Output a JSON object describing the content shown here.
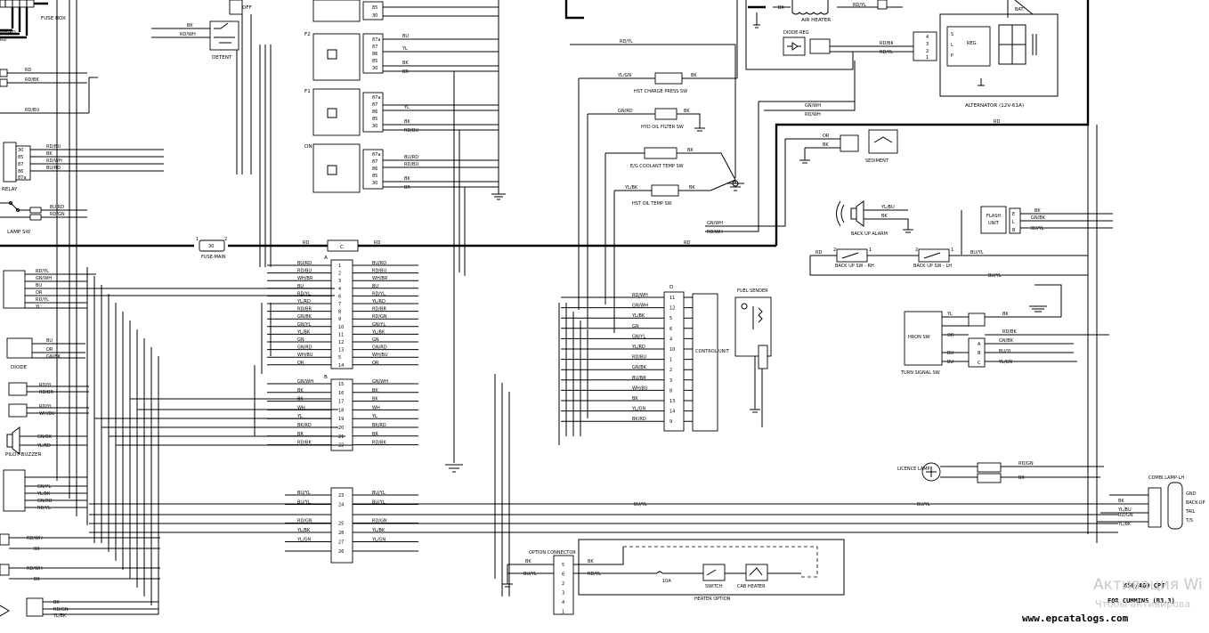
{
  "components": {
    "fuse_box": "FUSE BOX",
    "relay": "RELAY",
    "lamp_sw": "LAMP SW",
    "detent": "DETENT",
    "off": "OFF",
    "fuse_main": "FUSE-MAIN",
    "fuse_main_rating": "30",
    "diode": "DIODE",
    "pilot_buzzer": "PILOT BUZZER",
    "air_heater": "AIR HEATER",
    "diode_reg": "DIODE-REG",
    "reg": "REG.",
    "bat": "BAT.",
    "alternator": "ALTERNATOR (12V-61A)",
    "hst_charge_press_sw": "HST CHARGE PRESS SW",
    "hyd_oil_filter_sw": "HYD OIL FILTER SW",
    "eg_coolant_temp_sw": "E/G COOLANT TEMP SW",
    "hst_oil_temp_sw": "HST OIL TEMP SW",
    "sediment": "SEDIMENT",
    "back_up_alarm": "BACK UP ALARM",
    "back_up_sw_rh": "BACK UP SW - RH",
    "back_up_sw_lh": "BACK UP SW - LH",
    "flash_unit": "FLASH UNIT",
    "control_unit": "CONTROL UNIT",
    "fuel_sender": "FUEL SENDER",
    "horn_sw": "HRON SW",
    "turn_signal_sw": "TURN SIGNAL SW",
    "licence_lamp": "LICENCE LAMP",
    "comb_lamp_lh": "COMBI LAMP-LH",
    "option_connector": "OPTION CONNECTOR",
    "heater_option": "HEATER OPTION",
    "switch": "SWITCH",
    "cab_heater": "CAB HEATER",
    "fuse_10a": "10A"
  },
  "relay_labels": [
    "F2",
    "F1",
    "ON"
  ],
  "relay_pins": [
    "87a",
    "87",
    "86",
    "85",
    "30"
  ],
  "connector_letters": {
    "a": "A",
    "b": "B",
    "c": "C",
    "d": "D"
  },
  "reg_pins": [
    "S",
    "L",
    "P"
  ],
  "alt_pins": [
    "4",
    "3",
    "2",
    "1"
  ],
  "flash_pins": [
    "E",
    "L",
    "B"
  ],
  "turn_pins": [
    "A",
    "B",
    "C"
  ],
  "comb_lamp_terms": [
    "GND",
    "BACK-UP",
    "TAIL",
    "T/S"
  ],
  "connector_a": {
    "left": [
      "BU/RD",
      "RD/BU",
      "WH/BR",
      "BU",
      "RD/YL",
      "YL/RD",
      "RD/BR",
      "GN/BK",
      "GN/YL",
      "YL/BK",
      "GN",
      "GN/RD",
      "WH/BU",
      "OR"
    ],
    "pins": [
      "1",
      "2",
      "3",
      "4",
      "6",
      "7",
      "8",
      "9",
      "10",
      "11",
      "12",
      "13",
      "5",
      "14"
    ],
    "right": [
      "BU/RD",
      "RD/BU",
      "WH/BR",
      "BU",
      "RD/YL",
      "YL/RD",
      "RD/BR",
      "RD/GN",
      "GN/YL",
      "YL/BK",
      "GN",
      "GN/RD",
      "WH/BU",
      "OR"
    ]
  },
  "connector_b": {
    "left": [
      "GN/WH",
      "BK",
      "BK",
      "WH",
      "YL",
      "BK/RD",
      "BR",
      "RD/BK"
    ],
    "pins": [
      "15",
      "16",
      "17",
      "18",
      "19",
      "20",
      "21",
      "22"
    ],
    "right": [
      "GN/WH",
      "BK",
      "BK",
      "WH",
      "YL",
      "BK/RD",
      "BR",
      "RD/BK"
    ]
  },
  "connector_b2": {
    "left": [
      "BU/YL",
      "BU/YL",
      "",
      "RD/GN",
      "YL/BK",
      "YL/GN",
      ""
    ],
    "pins": [
      "23",
      "24",
      "",
      "25",
      "28",
      "27",
      "26"
    ],
    "right": [
      "BU/YL",
      "BU/YL",
      "",
      "RD/GN",
      "YL/BK",
      "YL/GN",
      ""
    ]
  },
  "connector_d": {
    "wires": [
      "RD/WH",
      "GN/WH",
      "YL/BK",
      "GN",
      "GN/YL",
      "YL/RD",
      "RD/BU",
      "GN/BK",
      "BU/BR",
      "WH/BU",
      "BK",
      "YL/GN",
      "BK/RD"
    ],
    "pins": [
      "11",
      "12",
      "5",
      "6",
      "4",
      "10",
      "1",
      "2",
      "3",
      "8",
      "13",
      "14",
      "9"
    ]
  },
  "option_connector": {
    "left": [
      "BK",
      "BU/YL"
    ],
    "pins": [
      "5",
      "6",
      "2",
      "3",
      "4",
      "1"
    ],
    "right": [
      "BK",
      "RD/YL"
    ]
  },
  "wire_labels": {
    "rd": "RD",
    "rdbk": "RD/BK",
    "rdbu": "RD/BU",
    "bk": "BK",
    "rdwh": "RD/WH",
    "rdyl": "RD/YL",
    "bu": "BU",
    "yl": "YL",
    "gnwh": "GN/WH",
    "gnrd": "GN/RD",
    "or": "OR",
    "bubr": "BU/BR",
    "buyl": "BU/YL",
    "gnbk": "GN/BK",
    "ylgn": "YL/GN",
    "ylbk": "YL/BK",
    "rdgn": "RD/GN",
    "ylbu": "YL/BU",
    "br": "BR",
    "wh": "WH",
    "whbr": "WH/BR",
    "whrd": "WH/RD",
    "burd": "BU/RD",
    "ylrd": "YL/RD",
    "gnyl": "GN/YL",
    "rdbr": "RD/BR",
    "whbu": "WH/BU",
    "bkrd": "BK/RD"
  },
  "footer": {
    "model": "450/460 CPT",
    "variant": "FOR CUMMINS (B3.3)",
    "url": "www.epcatalogs.com"
  },
  "watermark": {
    "line1": "Активация Wi",
    "line2": "Чтобы активирова"
  }
}
